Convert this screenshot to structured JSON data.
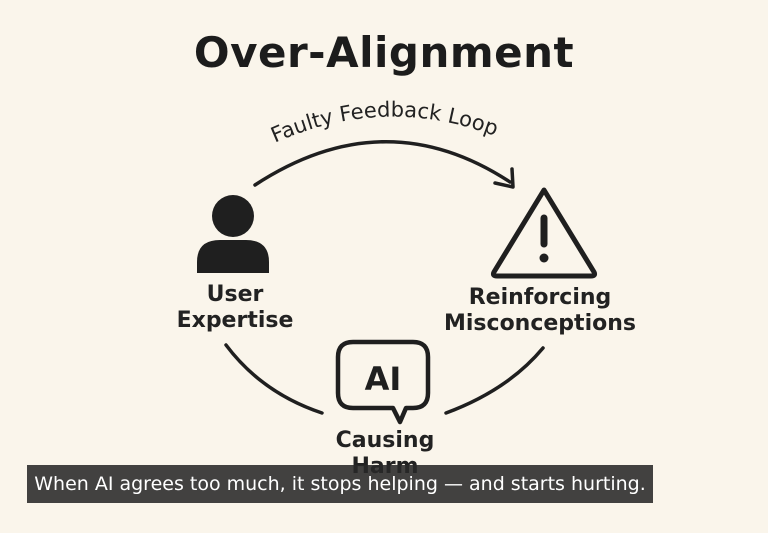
{
  "diagram": {
    "title": "Over-Alignment",
    "loop_label": "Faulty Feedback Loop",
    "nodes": {
      "user": {
        "line1": "User",
        "line2": "Expertise",
        "icon": "person-icon"
      },
      "reinforcing": {
        "line1": "Reinforcing",
        "line2": "Misconceptions",
        "icon": "warning-triangle-icon"
      },
      "harm": {
        "line1": "Causing",
        "line2": "Harm",
        "icon": "speech-bubble-icon",
        "badge": "AI"
      }
    }
  },
  "caption": "When AI agrees too much, it stops helping — and starts hurting."
}
